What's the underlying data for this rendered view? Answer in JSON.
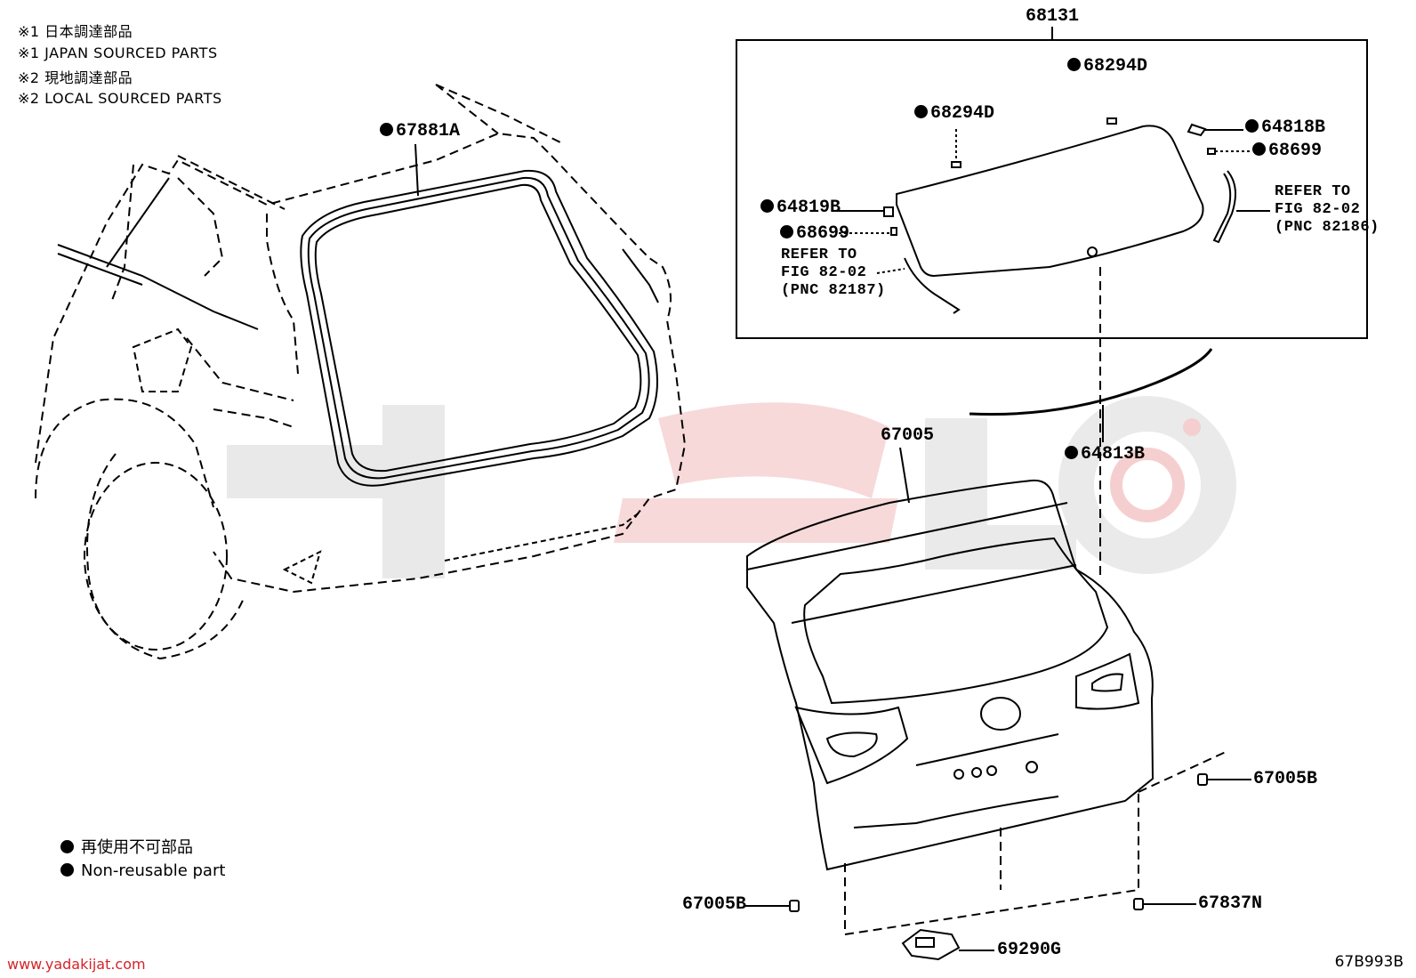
{
  "notes": {
    "line1": "※1 日本調達部品",
    "line2": "※1 JAPAN SOURCED PARTS",
    "line3": "※2 現地調達部品",
    "line4": "※2 LOCAL SOURCED PARTS"
  },
  "parts": {
    "p68131": "68131",
    "p67881A": "67881A",
    "p68294D_top": "68294D",
    "p68294D_left": "68294D",
    "p64818B": "64818B",
    "p68699_right": "68699",
    "p64819B": "64819B",
    "p68699_left": "68699",
    "p64813B": "64813B",
    "p67005": "67005",
    "p67005B_right": "67005B",
    "p67005B_left": "67005B",
    "p67837N": "67837N",
    "p69290G": "69290G"
  },
  "refs": {
    "right": "REFER TO\nFIG 82-02\n(PNC 82186)",
    "left": "REFER TO\nFIG 82-02\n(PNC 82187)"
  },
  "legend": {
    "jp": "再使用不可部品",
    "en": "Non-reusable part"
  },
  "footer": {
    "website": "www.yadakijat.com",
    "figure_code": "67B993B"
  },
  "colors": {
    "line": "#000000",
    "watermark_gray": "#e6e6e6",
    "watermark_pink": "#f6d6d6",
    "website_red": "#d4242a"
  }
}
